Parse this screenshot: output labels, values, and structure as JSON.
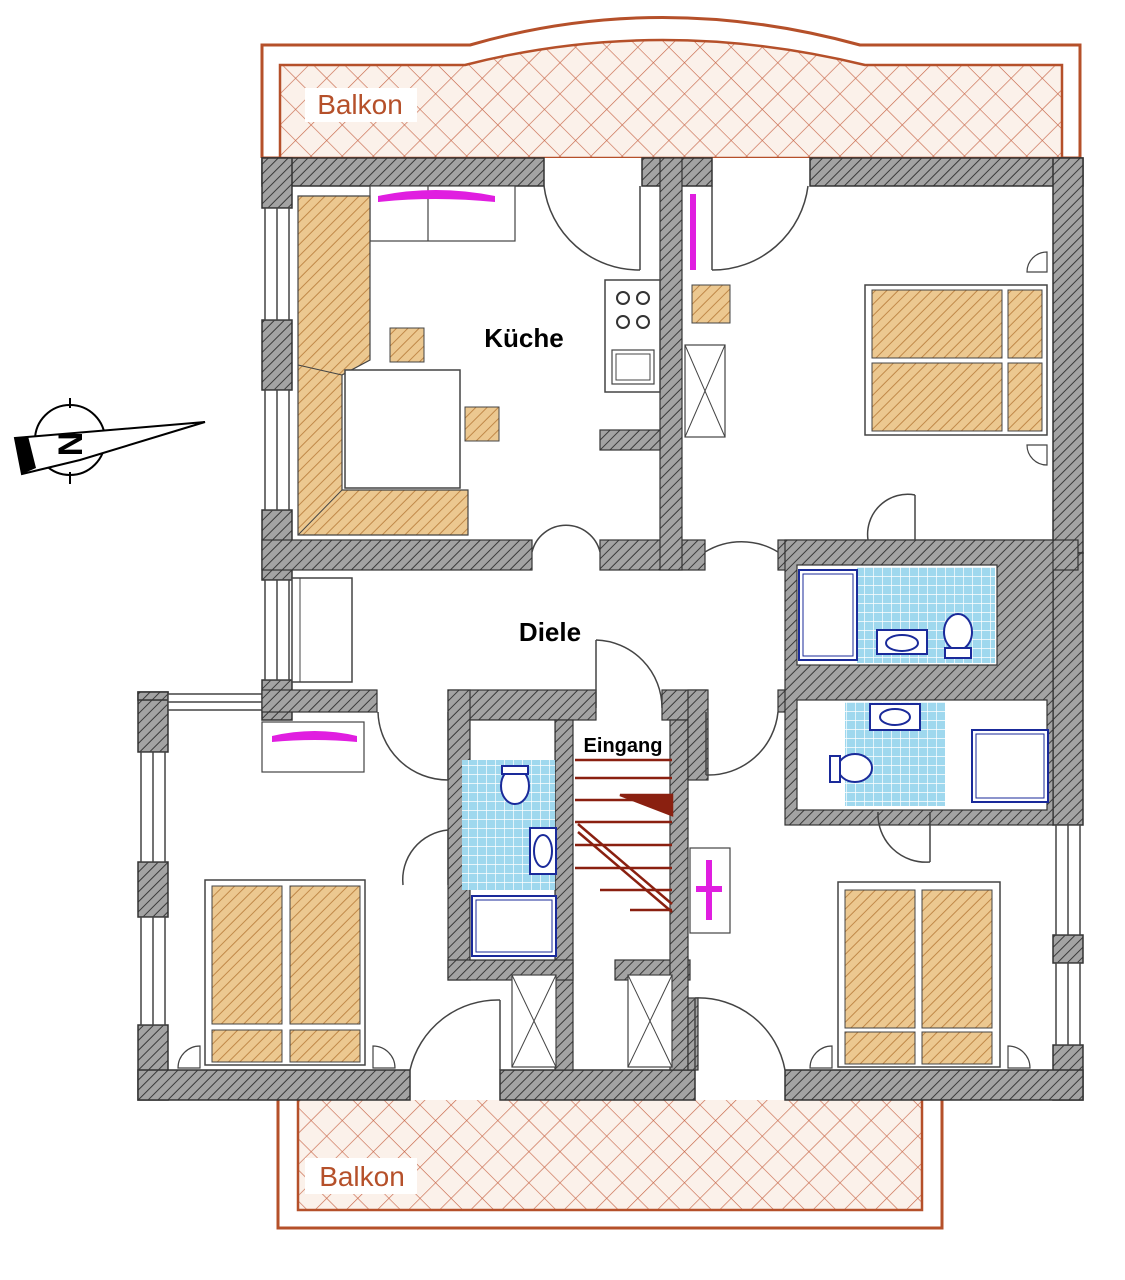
{
  "labels": {
    "balcony_top": "Balkon",
    "balcony_bottom": "Balkon",
    "kitchen": "Küche",
    "hall": "Diele",
    "entrance": "Eingang",
    "north_letter": "N"
  },
  "colors": {
    "wall_fill": "#9a9a9a",
    "wall_hatch": "#3a3a3a",
    "balcony": "#b5502a",
    "furniture": "#e8b87a",
    "furniture_hatch": "#b07a3a",
    "tile": "#a8dcef",
    "tile_line": "#ffffff",
    "sanitary": "#1a2a9a",
    "radiator": "#e01ee0",
    "stairs": "#8a2010"
  }
}
